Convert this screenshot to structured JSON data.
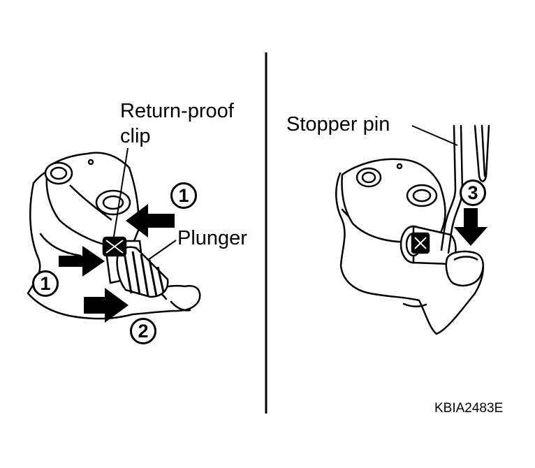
{
  "left_panel": {
    "clip_label_line1": "Return-proof",
    "clip_label_line2": "clip",
    "plunger_label": "Plunger",
    "step_1": "1",
    "step_2": "2"
  },
  "right_panel": {
    "stopper_label": "Stopper pin",
    "step_3": "3"
  },
  "figure_code": "KBIA2483E"
}
